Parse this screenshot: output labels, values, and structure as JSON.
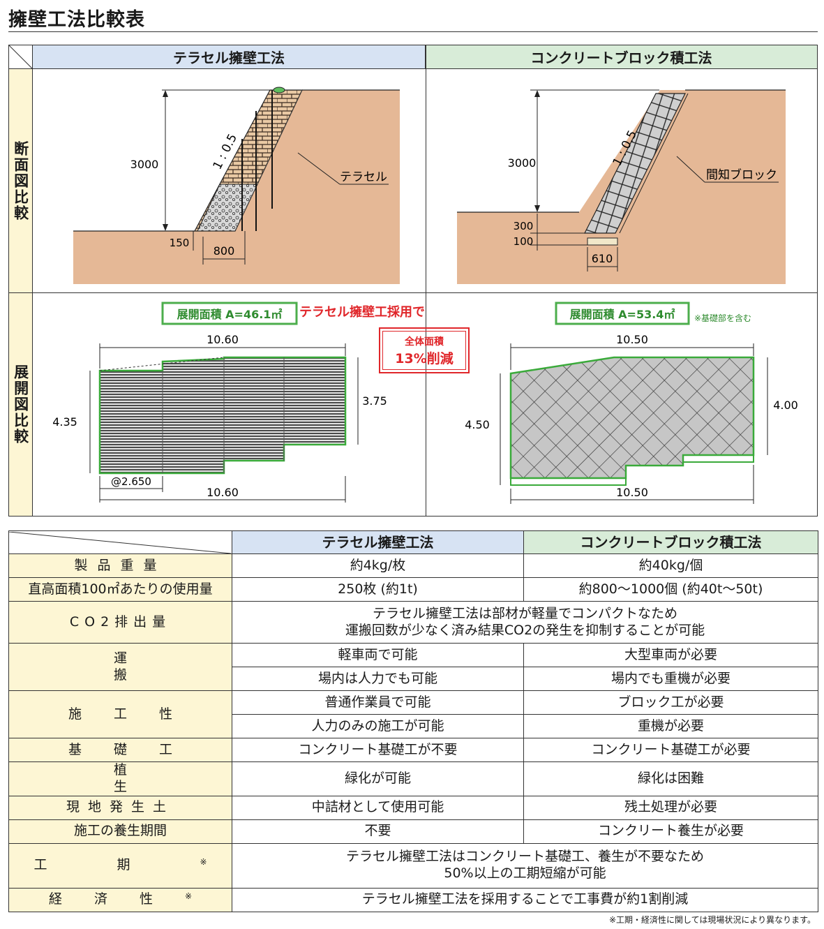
{
  "title": "擁壁工法比較表",
  "top": {
    "col_tera": "テラセル擁壁工法",
    "col_conc": "コンクリートブロック積工法",
    "row_section": "断面図比較",
    "row_expand": "展開図比較",
    "section": {
      "slope": "1 : 0.5",
      "tera_label": "テラセル",
      "conc_label": "間知ブロック",
      "tera_h": "3000",
      "tera_base": "150",
      "tera_width": "800",
      "conc_h": "3000",
      "conc_300": "300",
      "conc_100": "100",
      "conc_width": "610"
    },
    "expand": {
      "tera_area": "展開面積 A=46.1㎡",
      "conc_area": "展開面積 A=53.4㎡",
      "conc_note": "※基礎部を含む",
      "adopt": "テラセル擁壁工採用で",
      "reduce_line1": "全体面積",
      "reduce_line2": "13%削減",
      "tera_top": "10.60",
      "tera_bottom": "10.60",
      "tera_left": "4.35",
      "tera_right": "3.75",
      "tera_pitch": "@2.650",
      "conc_top": "10.50",
      "conc_bottom": "10.50",
      "conc_left": "4.50",
      "conc_right": "4.00"
    }
  },
  "table": {
    "headers": [
      "テラセル擁壁工法",
      "コンクリートブロック積工法"
    ],
    "rows": [
      {
        "label": "製品重量",
        "tera": "約4kg/枚",
        "conc": "約40kg/個"
      },
      {
        "label": "直高面積100㎡あたりの使用量",
        "tera": "250枚 (約1t)",
        "conc": "約800〜1000個 (約40t〜50t)"
      },
      {
        "label": "CO2排出量",
        "merged1": "テラセル擁壁工法は部材が軽量でコンパクトなため",
        "merged2": "運搬回数が少なく済み結果CO2の発生を抑制することが可能"
      },
      {
        "label": "運搬",
        "tera": "軽車両で可能",
        "conc": "大型車両が必要",
        "tera2": "場内は人力でも可能",
        "conc2": "場内でも重機が必要"
      },
      {
        "label": "施工性",
        "tera": "普通作業員で可能",
        "conc": "ブロック工が必要",
        "tera2": "人力のみの施工が可能",
        "conc2": "重機が必要"
      },
      {
        "label": "基礎工",
        "tera": "コンクリート基礎工が不要",
        "conc": "コンクリート基礎工が必要"
      },
      {
        "label": "植生",
        "tera": "緑化が可能",
        "conc": "緑化は困難"
      },
      {
        "label": "現地発生土",
        "tera": "中詰材として使用可能",
        "conc": "残土処理が必要"
      },
      {
        "label": "施工の養生期間",
        "tera": "不要",
        "conc": "コンクリート養生が必要"
      },
      {
        "label": "工期",
        "mark": "※",
        "merged1": "テラセル擁壁工法はコンクリート基礎工、養生が不要なため",
        "merged2": "50%以上の工期短縮が可能"
      },
      {
        "label": "経済性",
        "mark": "※",
        "merged1": "テラセル擁壁工法を採用することで工事費が約1割削減"
      }
    ]
  },
  "footnote": "※工期・経済性に関しては現場状況により異なります。"
}
